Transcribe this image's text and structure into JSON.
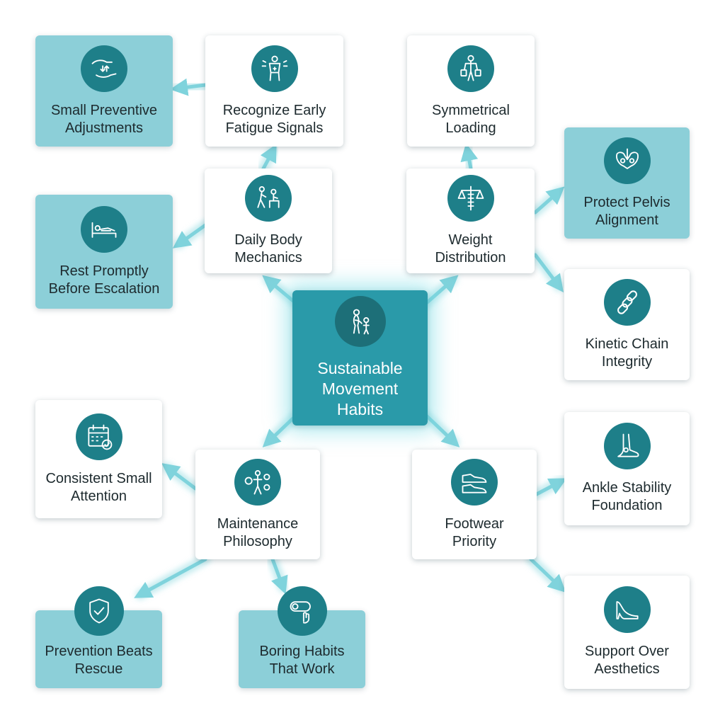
{
  "diagram": {
    "center": {
      "label": "Sustainable\nMovement\nHabits",
      "icon": "parent-child-icon"
    },
    "nodes": [
      {
        "id": "daily-body-mechanics",
        "label": "Daily Body\nMechanics",
        "icon": "body-mechanics-icon"
      },
      {
        "id": "recognize-early-fatigue-signals",
        "label": "Recognize Early\nFatigue Signals",
        "icon": "fatigue-body-icon"
      },
      {
        "id": "small-preventive-adjustments",
        "label": "Small Preventive\nAdjustments",
        "icon": "hands-adjust-icon"
      },
      {
        "id": "rest-promptly-before-escalation",
        "label": "Rest Promptly\nBefore Escalation",
        "icon": "rest-bed-icon"
      },
      {
        "id": "weight-distribution",
        "label": "Weight\nDistribution",
        "icon": "scale-spine-icon"
      },
      {
        "id": "symmetrical-loading",
        "label": "Symmetrical\nLoading",
        "icon": "person-bags-icon"
      },
      {
        "id": "protect-pelvis-alignment",
        "label": "Protect Pelvis\nAlignment",
        "icon": "pelvis-icon"
      },
      {
        "id": "kinetic-chain-integrity",
        "label": "Kinetic Chain\nIntegrity",
        "icon": "chain-icon"
      },
      {
        "id": "maintenance-philosophy",
        "label": "Maintenance\nPhilosophy",
        "icon": "gears-body-icon"
      },
      {
        "id": "consistent-small-attention",
        "label": "Consistent Small\nAttention",
        "icon": "calendar-check-icon"
      },
      {
        "id": "prevention-beats-rescue",
        "label": "Prevention Beats\nRescue",
        "icon": "shield-check-icon"
      },
      {
        "id": "boring-habits-that-work",
        "label": "Boring Habits\nThat Work",
        "icon": "toggle-hand-icon"
      },
      {
        "id": "footwear-priority",
        "label": "Footwear\nPriority",
        "icon": "shoes-icon"
      },
      {
        "id": "ankle-stability-foundation",
        "label": "Ankle Stability\nFoundation",
        "icon": "ankle-foot-icon"
      },
      {
        "id": "support-over-aesthetics",
        "label": "Support Over\nAesthetics",
        "icon": "high-heel-icon"
      }
    ]
  },
  "colors": {
    "center_fill": "#2a9aa9",
    "teal_card_fill": "#8ccfd8",
    "white_card_fill": "#ffffff",
    "icon_circle": "#1e7f89",
    "connector": "#7fd3dc"
  }
}
